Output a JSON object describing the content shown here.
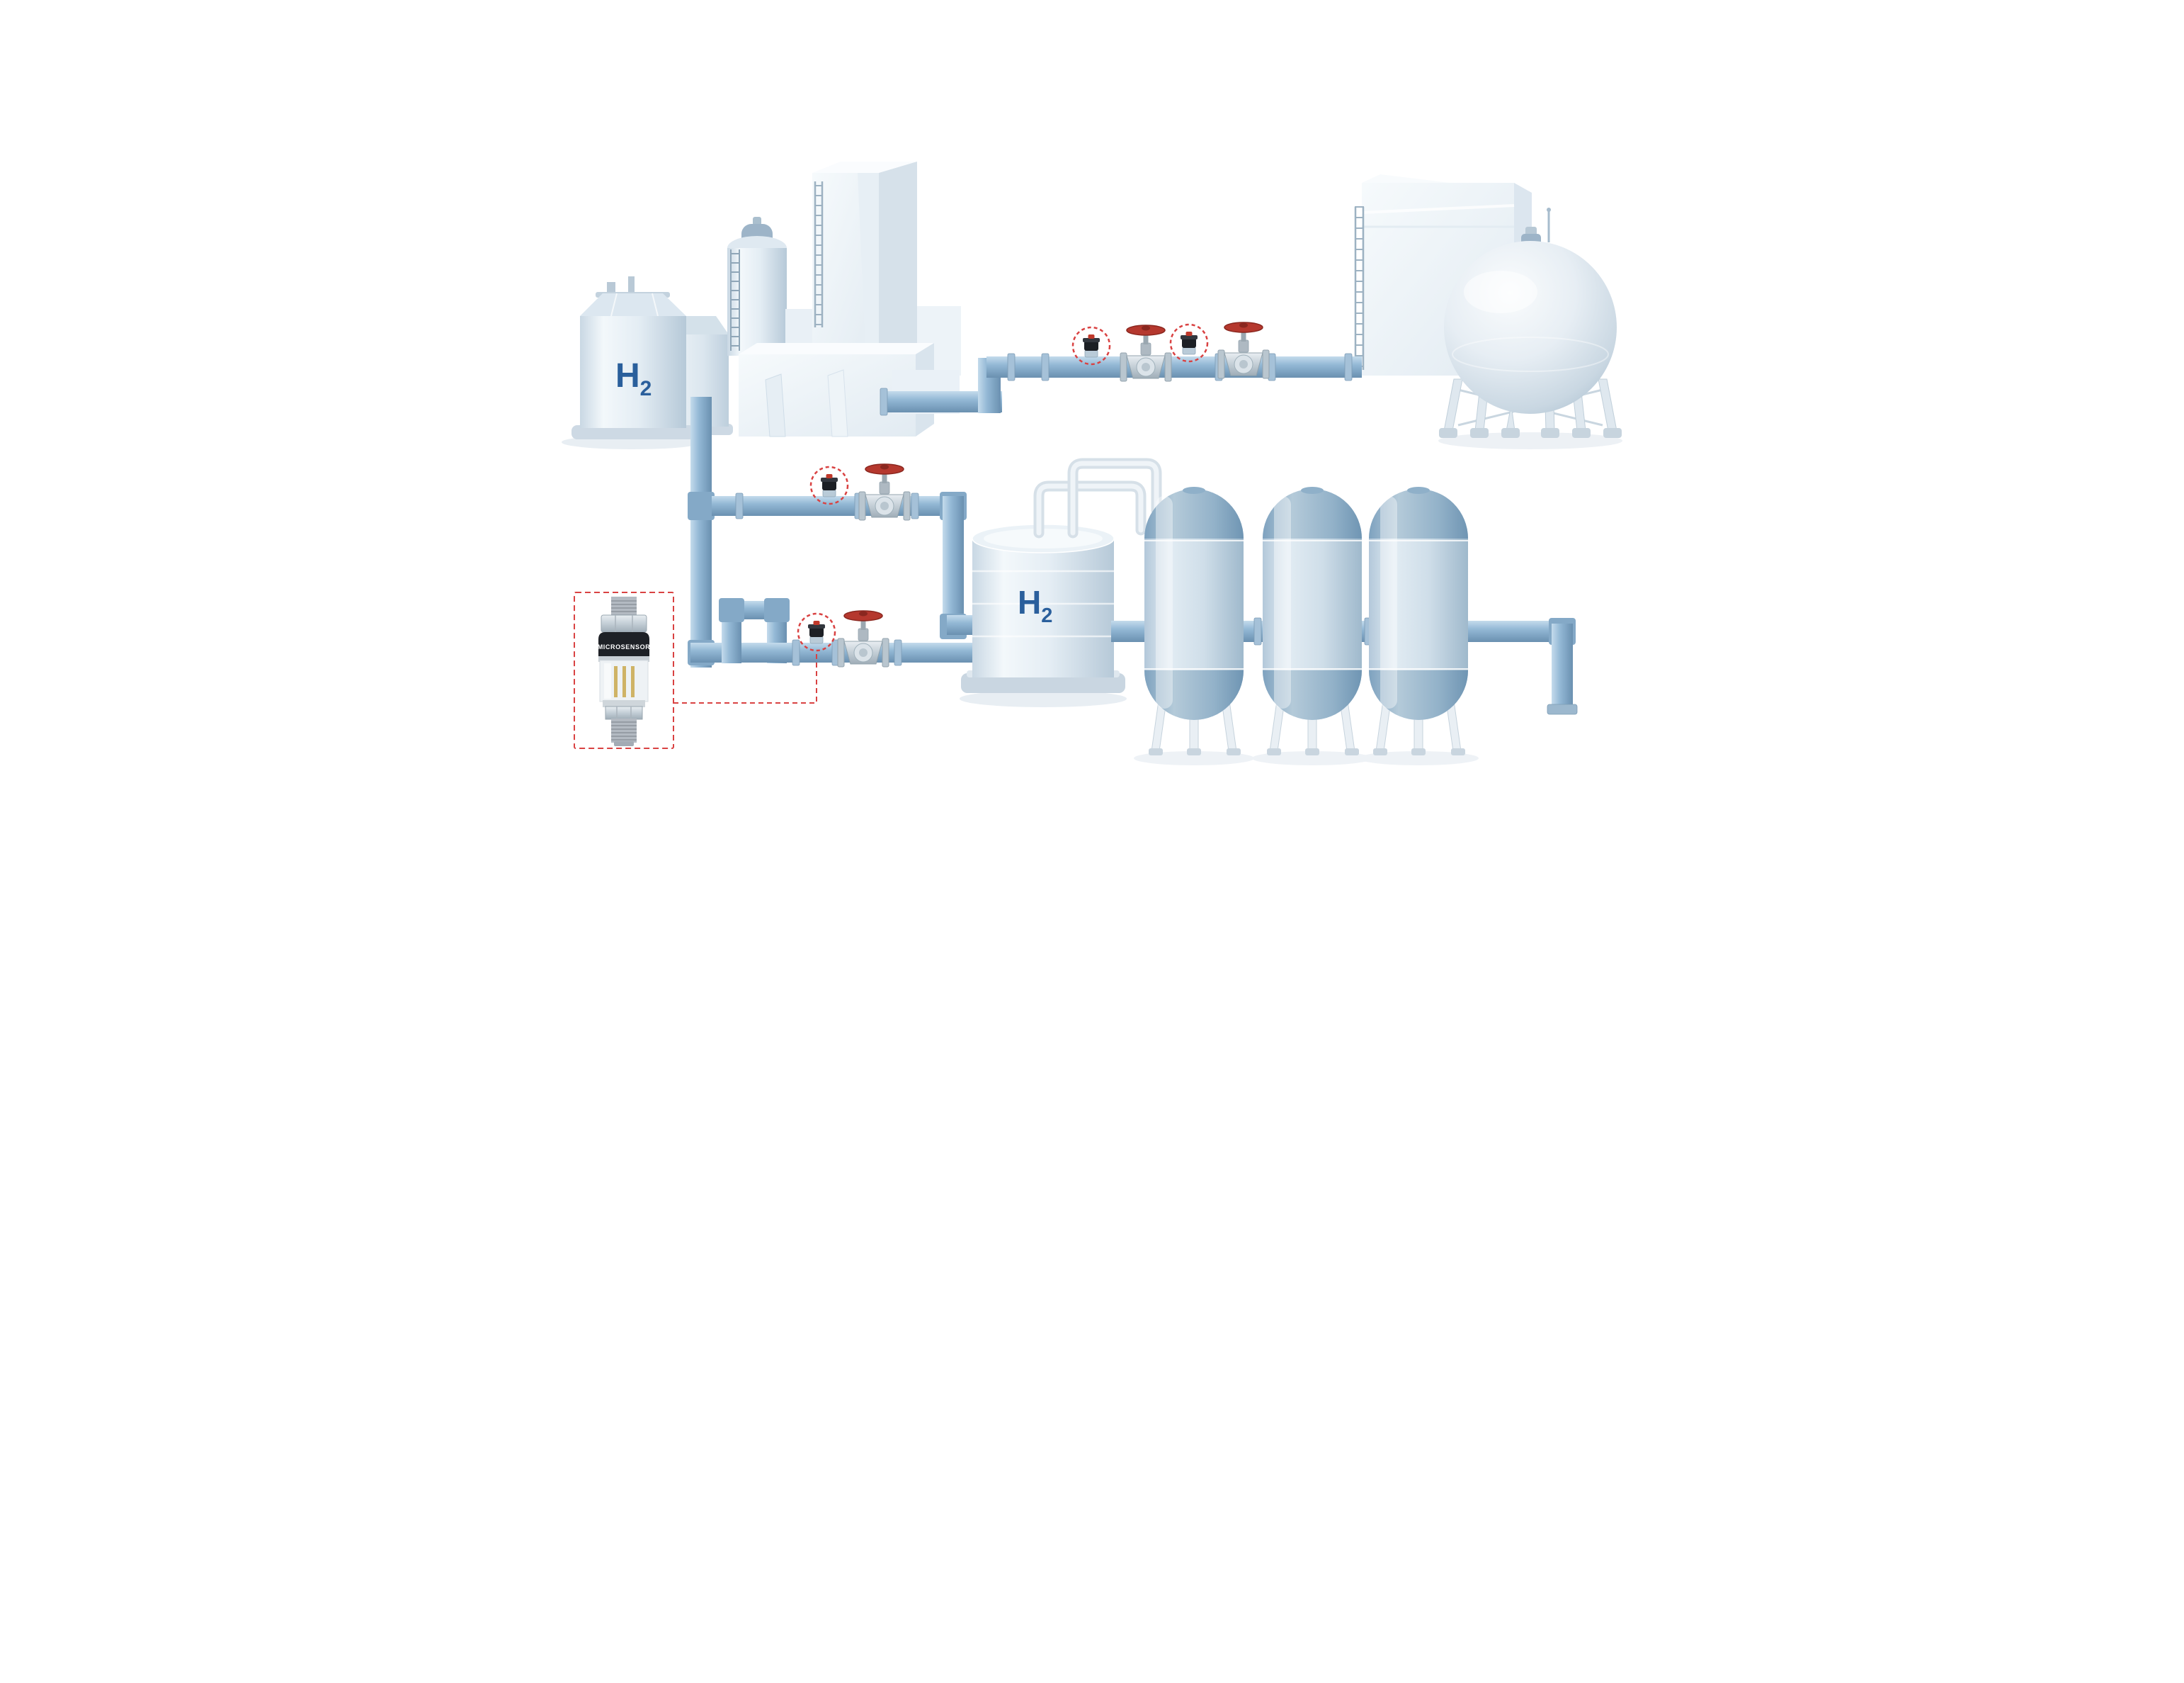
{
  "illustration": {
    "labels": {
      "left_tank": {
        "symbol": "H",
        "subscript": "2"
      },
      "buffer_tank": {
        "symbol": "H",
        "subscript": "2"
      },
      "sensor_brand": "MICROSENSOR"
    },
    "colors": {
      "h2_label": "#2a5f9c",
      "pipe": "#8fb3d0",
      "valve_handle": "#b5382e",
      "callout_red": "#d94242",
      "sensor_body": "#1c1f24",
      "tank_body": "#e4edf4",
      "vessel_body": "#c6d8e5"
    },
    "equipment": {
      "pressure_sensor_count": 4,
      "valve_count": 4,
      "separator_vessel_count": 3
    }
  }
}
